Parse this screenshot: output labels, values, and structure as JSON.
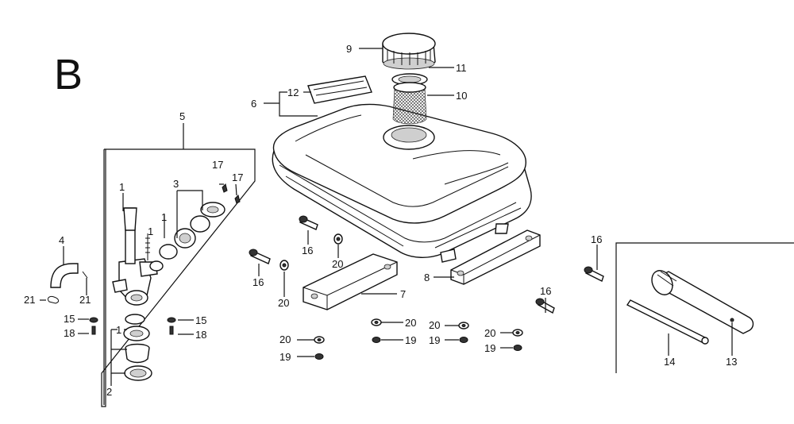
{
  "section_letter": "B",
  "labels": {
    "c1a": "1",
    "c1b": "1",
    "c1c": "1",
    "c1d": "1",
    "c2": "2",
    "c3": "3",
    "c4": "4",
    "c5": "5",
    "c6": "6",
    "c7": "7",
    "c8": "8",
    "c9": "9",
    "c10": "10",
    "c11": "11",
    "c12": "12",
    "c13": "13",
    "c14": "14",
    "c15a": "15",
    "c15b": "15",
    "c16a": "16",
    "c16b": "16",
    "c16c": "16",
    "c16d": "16",
    "c17a": "17",
    "c17b": "17",
    "c18a": "18",
    "c18b": "18",
    "c19a": "19",
    "c19b": "19",
    "c19c": "19",
    "c19d": "19",
    "c20a": "20",
    "c20b": "20",
    "c20c": "20",
    "c20d": "20",
    "c20e": "20",
    "c20f": "20",
    "c21a": "21",
    "c21b": "21"
  }
}
